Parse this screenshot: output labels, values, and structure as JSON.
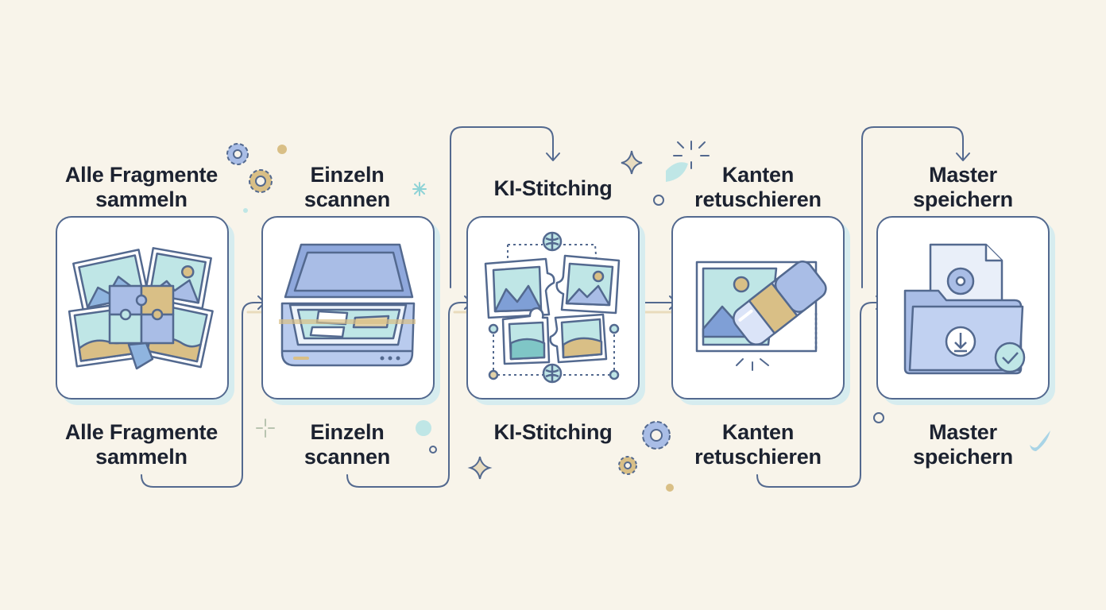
{
  "steps": [
    {
      "top": "Alle Fragmente",
      "top2": "sammeln",
      "bottom": "Alle Fragmente",
      "bottom2": "sammeln",
      "icon": "puzzle-photos-icon"
    },
    {
      "top": "Einzeln",
      "top2": "scannen",
      "bottom": "Einzeln",
      "bottom2": "scannen",
      "icon": "flatbed-scanner-icon"
    },
    {
      "top": "KI-Stitching",
      "top2": "",
      "bottom": "KI-Stitching",
      "bottom2": "",
      "icon": "ai-stitching-icon"
    },
    {
      "top": "Kanten",
      "top2": "retuschieren",
      "bottom": "Kanten",
      "bottom2": "retuschieren",
      "icon": "eraser-retouch-icon"
    },
    {
      "top": "Master",
      "top2": "speichern",
      "bottom": "Master",
      "bottom2": "speichern",
      "icon": "save-folder-icon"
    }
  ],
  "colors": {
    "background": "#f8f4ea",
    "outline": "#53698f",
    "teal": "#bfe6e6",
    "blue": "#a9bde6",
    "sand": "#d9bf86",
    "text": "#1c2230"
  }
}
